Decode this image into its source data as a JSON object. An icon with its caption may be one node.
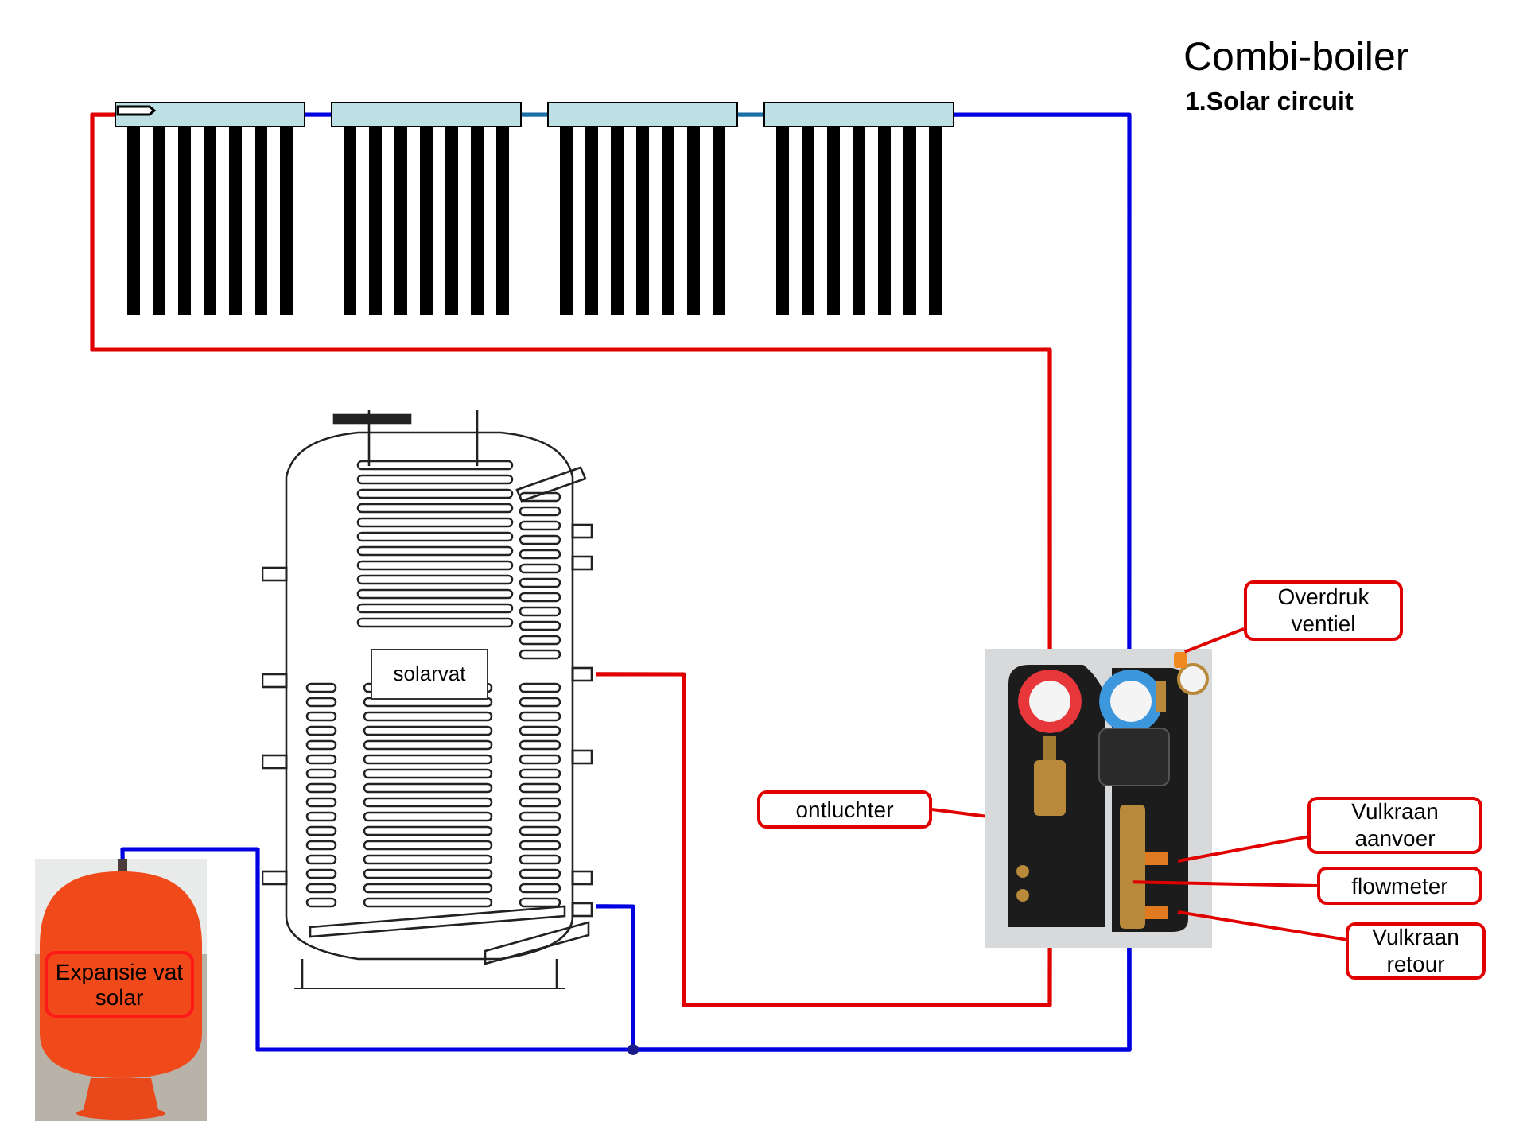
{
  "diagram": {
    "title": "Combi-boiler",
    "nodes": [
      {
        "text": [],
        "shape": "picture"
      },
      {
        "text": [],
        "shape": "picture"
      },
      {
        "text": [],
        "shape": "picture"
      },
      {
        "text": [],
        "shape": "picture"
      },
      {
        "text": [],
        "shape": "picture"
      },
      {
        "text": [
          "solarvat"
        ],
        "in": 4
      },
      {
        "text": [],
        "shape": "picture"
      },
      {
        "text": [],
        "shape": "picture"
      },
      {
        "text": [
          "Expansie vat solar"
        ],
        "in": 7
      },
      {
        "text": [
          "Overdruk ventiel"
        ]
      },
      {
        "text": [
          "ontluchter"
        ]
      },
      {
        "text": [
          "Vulkraan aanvoer"
        ]
      },
      {
        "text": [
          "flowmeter"
        ]
      },
      {
        "text": [
          "Vulkraan retour"
        ]
      }
    ],
    "edges": [
      {
        "from": 0,
        "to": 1,
        "arrow": "none",
        "color": "#0000e0"
      },
      {
        "from": 1,
        "to": 2,
        "arrow": "none",
        "color": "#1a6fa8"
      },
      {
        "from": 2,
        "to": 3,
        "arrow": "none",
        "color": "#1a6fa8"
      },
      {
        "from": 0,
        "to": 6,
        "arrow": "none",
        "color": "#e00000"
      },
      {
        "from": 3,
        "to": 6,
        "arrow": "none",
        "color": "#0000e0"
      },
      {
        "from": 6,
        "to": 4,
        "arrow": "none",
        "color": "#e00000"
      },
      {
        "from": 6,
        "to": 7,
        "arrow": "none",
        "color": "#0000e0"
      },
      {
        "from": 6,
        "to": 4,
        "arrow": "none",
        "color": "#0000e0"
      },
      {
        "from": 9,
        "to": 6,
        "arrow": "none",
        "color": "#e00000"
      },
      {
        "from": 10,
        "to": 6,
        "arrow": "none",
        "color": "#e00000"
      },
      {
        "from": 11,
        "to": 6,
        "arrow": "none",
        "color": "#e00000"
      },
      {
        "from": 12,
        "to": 6,
        "arrow": "none",
        "color": "#e00000"
      },
      {
        "from": 13,
        "to": 6,
        "arrow": "none",
        "color": "#e00000"
      }
    ],
    "labels": [
      "1.Solar circuit"
    ]
  }
}
